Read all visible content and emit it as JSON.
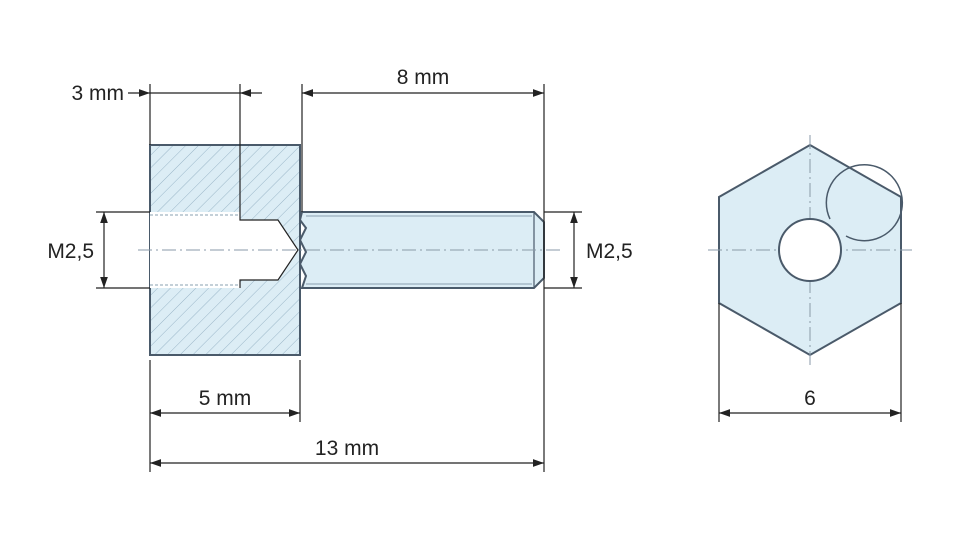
{
  "dimensions": {
    "socket_depth": "3 mm",
    "thread_length": "8 mm",
    "body_length": "5 mm",
    "total_length": "13 mm",
    "thread_left": "M2,5",
    "thread_right": "M2,5",
    "hex_width": "6"
  },
  "colors": {
    "part_fill": "#dcedf5",
    "hatch": "#9ab6c8",
    "outline": "#4a5a6a",
    "dimension_line": "#222222"
  }
}
